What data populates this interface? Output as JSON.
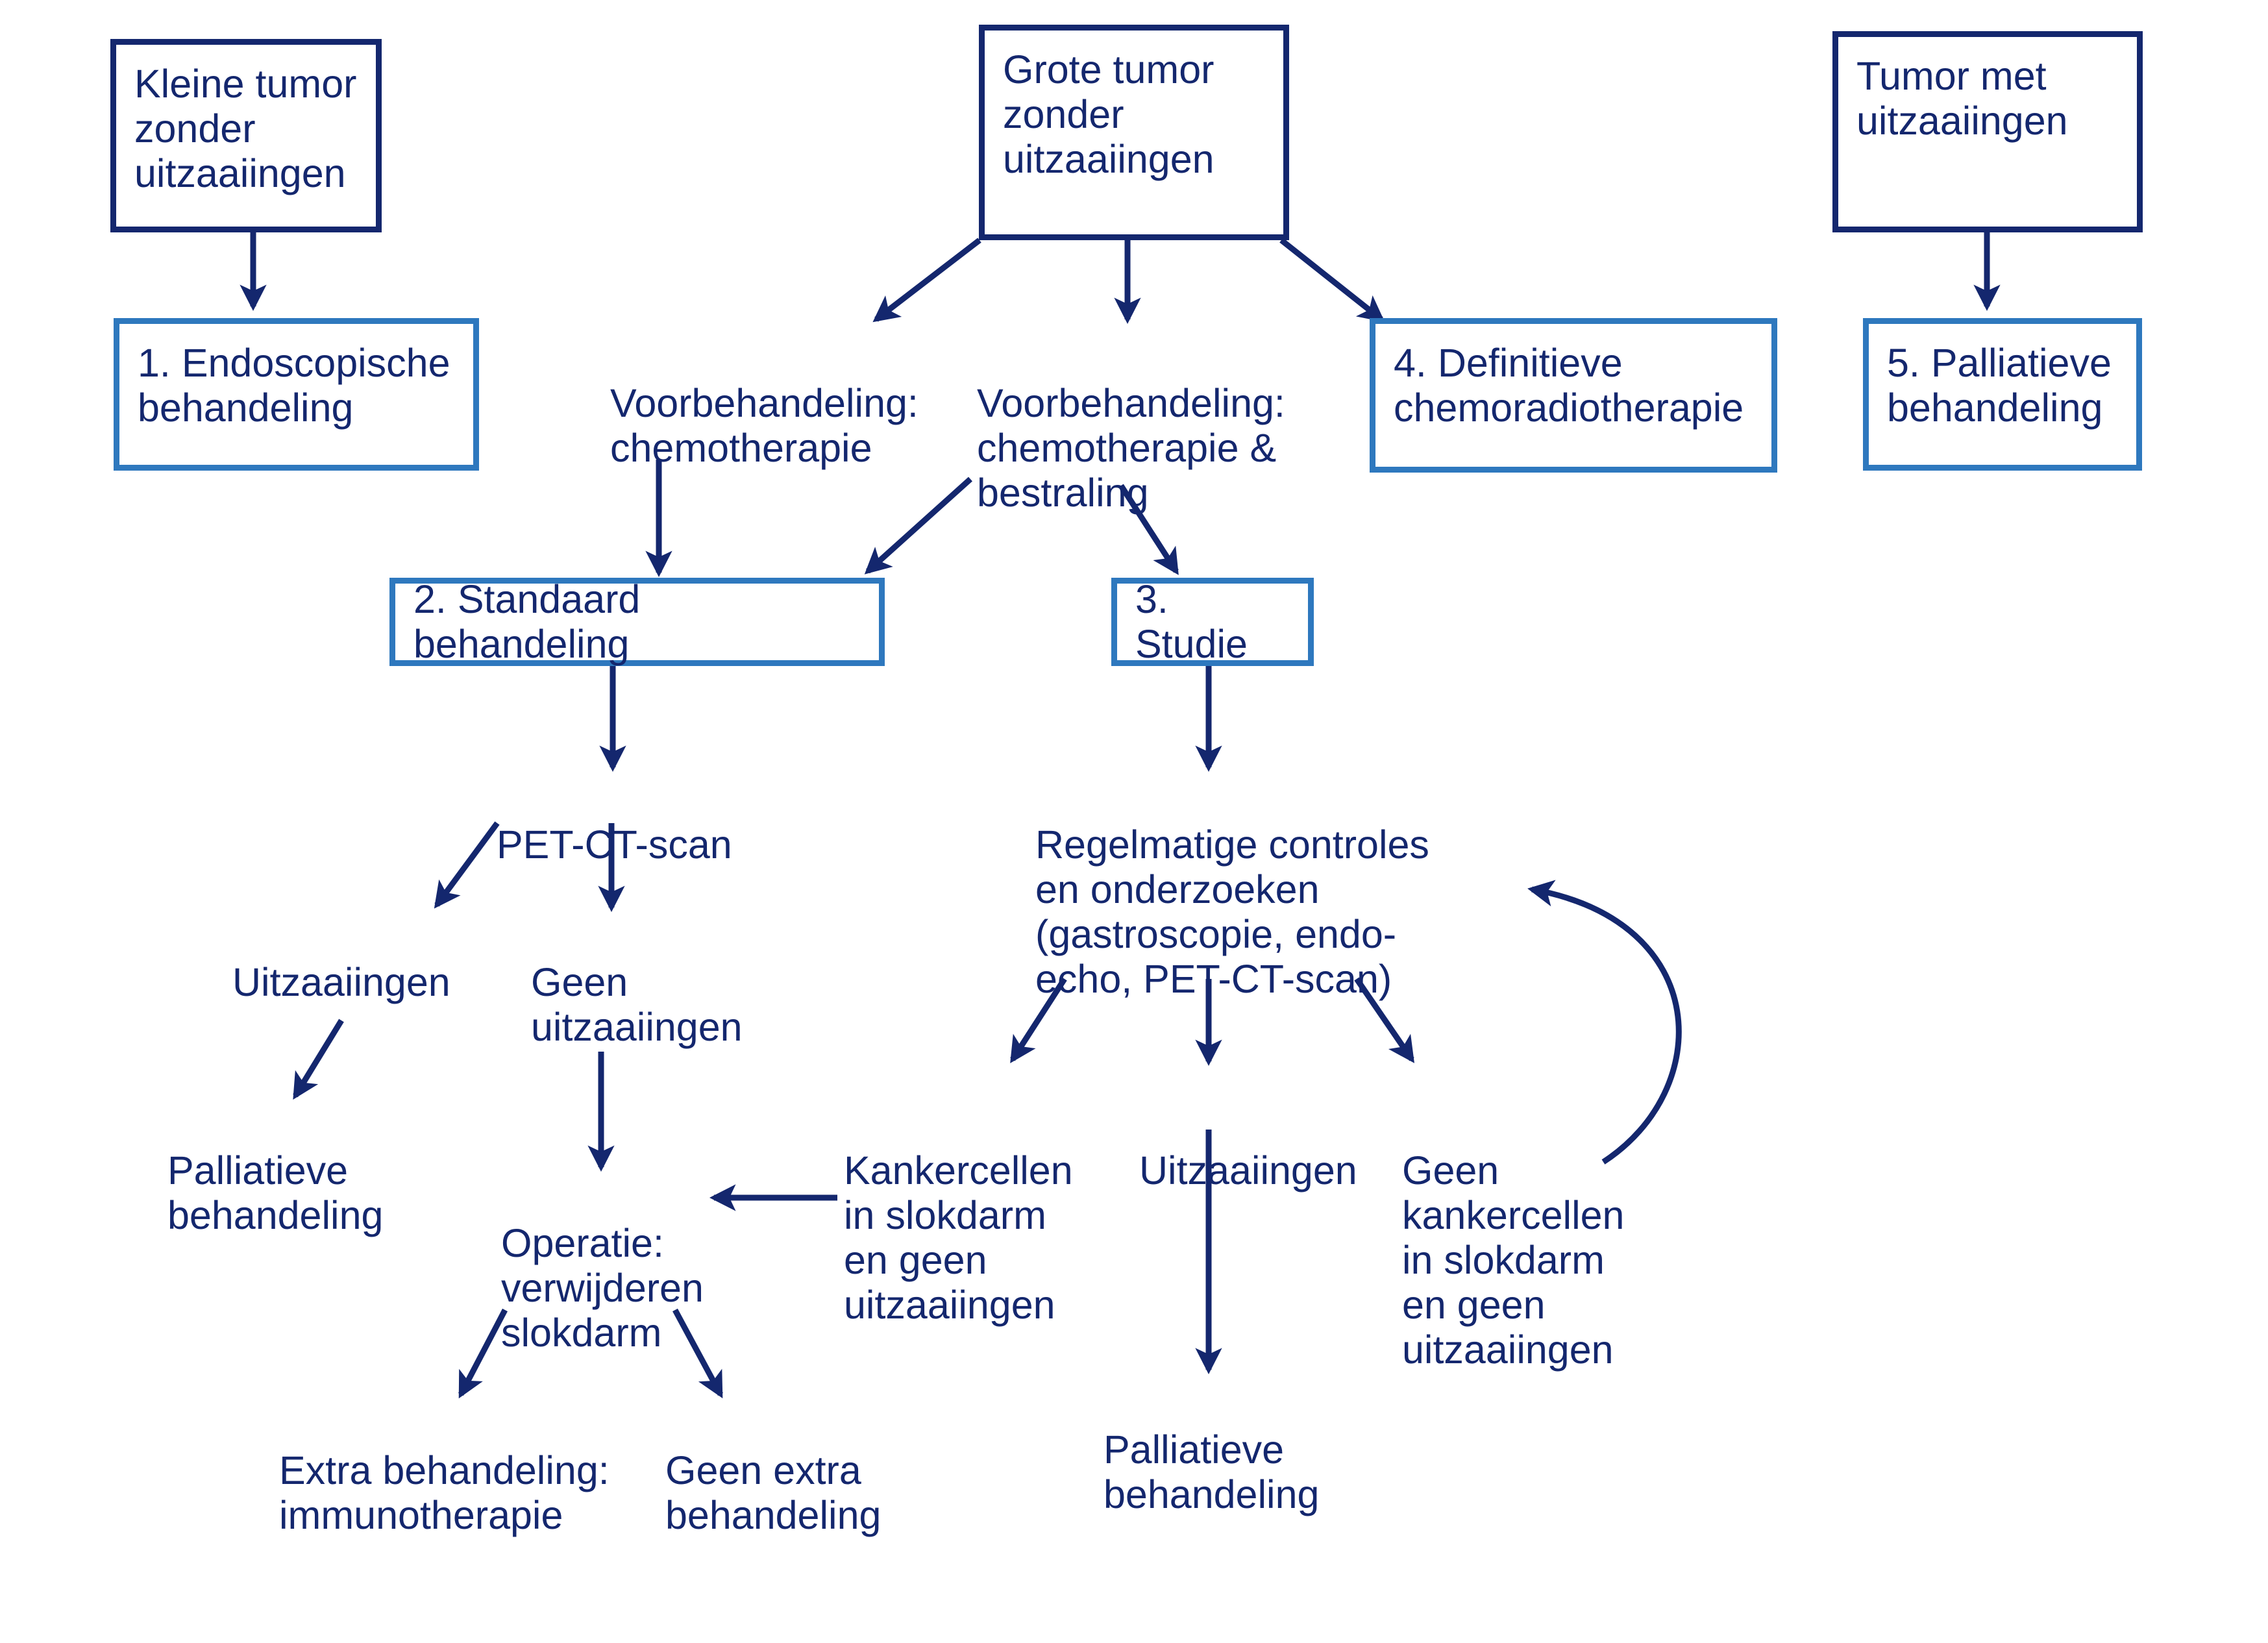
{
  "diagram": {
    "title": "Behandeling slokdarmkanker stroomschema",
    "language": "nl",
    "colors": {
      "navy": "#14276E",
      "light_blue": "#2E78BE",
      "background": "#FFFFFF",
      "text": "#14276E"
    }
  },
  "nodes": {
    "kleine_tumor": "Kleine tumor\nzonder\nuitzaaiingen",
    "grote_tumor": "Grote tumor\nzonder\nuitzaaiingen",
    "tumor_met_uitzaaiingen": "Tumor met\nuitzaaiingen",
    "endoscopische_behandeling": "1. Endoscopische\nbehandeling",
    "voorbehandeling_chemo": "Voorbehandeling:\nchemotherapie",
    "voorbehandeling_chemo_bestraling": "Voorbehandeling:\nchemotherapie &\nbestraling",
    "definitieve_chemoradiotherapie": "4. Definitieve\nchemoradiotherapie",
    "palliatieve_behandeling_5": "5. Palliatieve\nbehandeling",
    "standaard_behandeling": "2. Standaard behandeling",
    "studie": "3. Studie",
    "pet_ct_scan": "PET-CT-scan",
    "regelmatige_controles": "Regelmatige controles\nen onderzoeken\n(gastroscopie, endo-\necho, PET-CT-scan)",
    "uitzaaiingen_links": "Uitzaaiingen",
    "geen_uitzaaiingen": "Geen\nuitzaaiingen",
    "palliatieve_behandeling_links": "Palliatieve\nbehandeling",
    "operatie": "Operatie:\nverwijderen\nslokdarm",
    "kankercellen_in_slokdarm": "Kankercellen\nin slokdarm\nen geen\nuitzaaiingen",
    "uitzaaiingen_midden": "Uitzaaiingen",
    "geen_kankercellen": "Geen\nkankercellen\nin slokdarm\nen geen\nuitzaaiingen",
    "palliatieve_behandeling_midden": "Palliatieve\nbehandeling",
    "extra_behandeling": "Extra behandeling:\nimmunotherapie",
    "geen_extra_behandeling": "Geen extra\nbehandeling"
  }
}
